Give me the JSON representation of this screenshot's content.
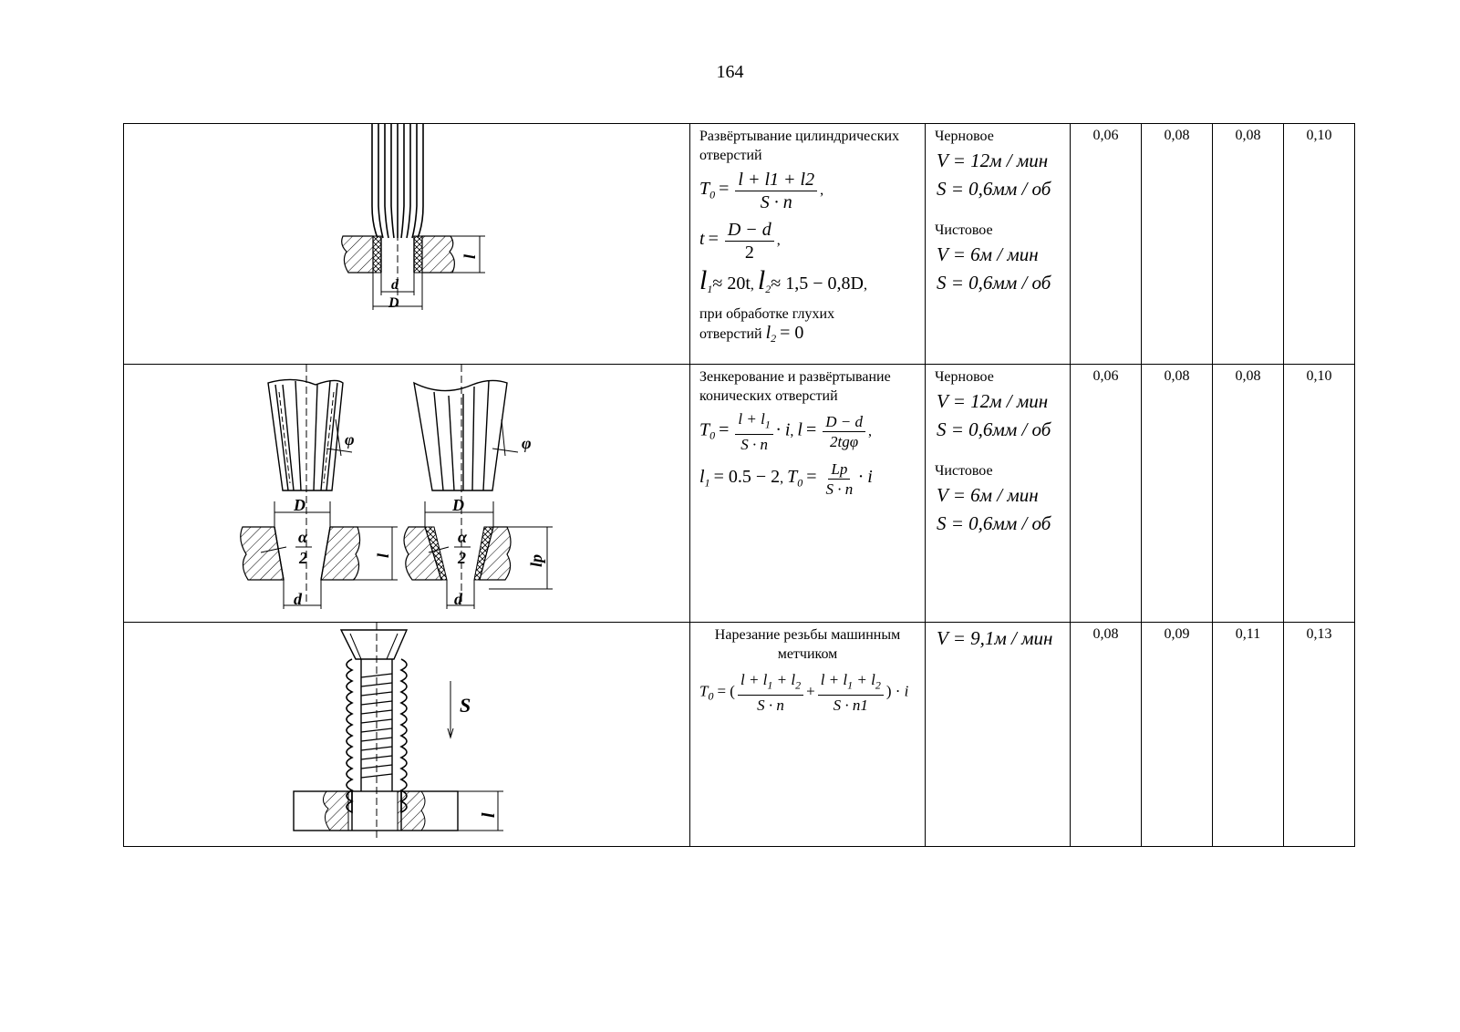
{
  "page_number": "164",
  "rows": [
    {
      "figure": {
        "labels": [
          "d",
          "D",
          "l"
        ]
      },
      "title": "Развёртывание цилиндрических отверстий",
      "formula_t0_lhs": "T",
      "formula_t0_num": "l + l1 + l2",
      "formula_t0_den": "S · n",
      "formula_t_num": "D − d",
      "formula_t_den": "2",
      "formula_l1": "≈ 20t",
      "formula_l2": "≈ 1,5 − 0,8D",
      "note_blind": "при обработке глухих",
      "note_blind2": "отверстий",
      "note_blind_val": "= 0",
      "rough_label": "Черновое",
      "rough_v": "V = 12м / мин",
      "rough_s": "S = 0,6мм / об",
      "finish_label": "Чистовое",
      "finish_v": "V = 6м / мин",
      "finish_s": "S = 0,6мм / об",
      "values": [
        "0,06",
        "0,08",
        "0,08",
        "0,10"
      ]
    },
    {
      "figure": {
        "labels": [
          "φ",
          "φ",
          "D",
          "D",
          "α",
          "2",
          "α",
          "2",
          "l",
          "lp",
          "d",
          "d"
        ]
      },
      "title": "Зенкерование и развёртывание конических отверстий",
      "formula_l_num": "D − d",
      "formula_l_den": "2tgφ",
      "formula_l1": "= 0.5 − 2",
      "formula_lp_num": "Lp",
      "rough_label": "Черновое",
      "rough_v": "V = 12м / мин",
      "rough_s": "S = 0,6мм / об",
      "finish_label": "Чистовое",
      "finish_v": "V = 6м / мин",
      "finish_s": "S = 0,6мм / об",
      "values": [
        "0,06",
        "0,08",
        "0,08",
        "0,10"
      ]
    },
    {
      "figure": {
        "labels": [
          "S",
          "l"
        ]
      },
      "title": "Нарезание резьбы машинным метчиком",
      "formula_den2": "S · n1",
      "mode_v": "V = 9,1м / мин",
      "values": [
        "0,08",
        "0,09",
        "0,11",
        "0,13"
      ]
    }
  ]
}
